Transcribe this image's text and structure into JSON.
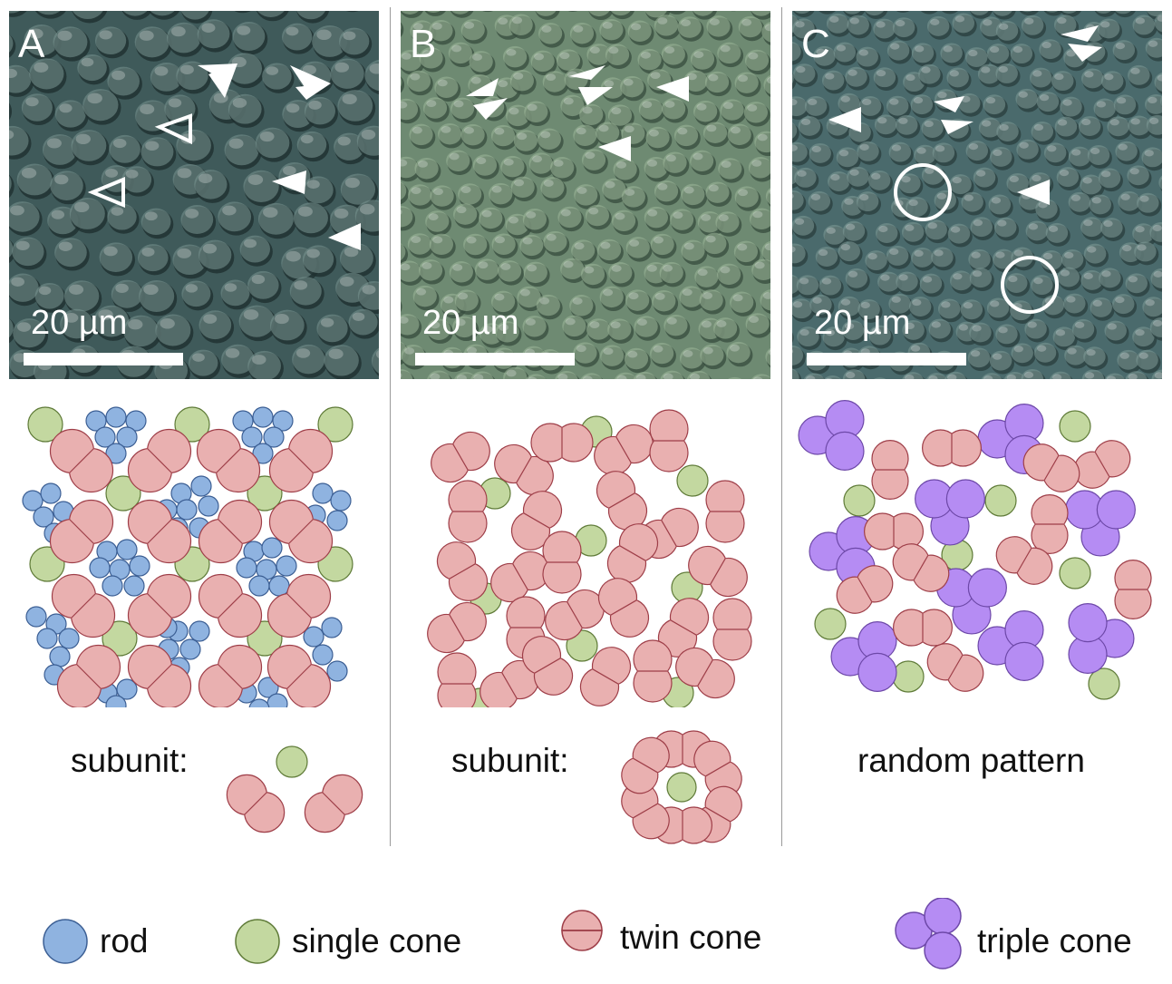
{
  "panels": [
    {
      "id": "A",
      "label": "A",
      "scale_bar": "20 µm",
      "caption": "subunit:"
    },
    {
      "id": "B",
      "label": "B",
      "scale_bar": "20 µm",
      "caption": "subunit:"
    },
    {
      "id": "C",
      "label": "C",
      "scale_bar": "20 µm",
      "caption": "random pattern"
    }
  ],
  "legend": [
    {
      "key": "rod",
      "label": "rod"
    },
    {
      "key": "single",
      "label": "single cone"
    },
    {
      "key": "twin",
      "label": "twin cone"
    },
    {
      "key": "triple",
      "label": "triple cone"
    }
  ],
  "colors": {
    "rod_fill": "#8fb3e0",
    "rod_stroke": "#3c5f94",
    "single_fill": "#c3d8a0",
    "single_stroke": "#5e7a37",
    "twin_fill": "#e9b0b0",
    "twin_stroke": "#9e3e48",
    "triple_fill": "#b58cf3",
    "triple_stroke": "#6d48a8",
    "micro_A": "#3f5a5a",
    "micro_B": "#6e8a72",
    "micro_C": "#4a6a6c"
  }
}
